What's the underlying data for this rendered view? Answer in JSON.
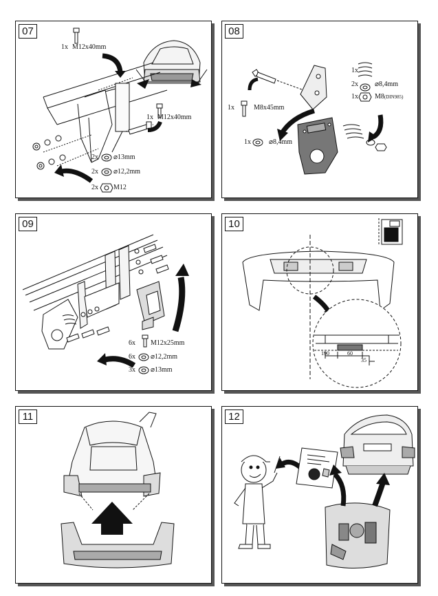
{
  "steps": [
    {
      "number": "07",
      "labels": [
        {
          "qty": "1x",
          "text": "M12x40mm"
        },
        {
          "qty": "1x",
          "text": "M12x40mm"
        },
        {
          "qty": "2x",
          "text": "⌀13mm"
        },
        {
          "qty": "2x",
          "text": "⌀12,2mm"
        },
        {
          "qty": "2x",
          "text": "M12"
        }
      ]
    },
    {
      "number": "08",
      "labels": [
        {
          "qty": "1x",
          "text": "M8x45mm"
        },
        {
          "qty": "1x",
          "text": "⌀8,4mm"
        },
        {
          "qty": "1x",
          "text": ""
        },
        {
          "qty": "2x",
          "text": "⌀8,4mm"
        },
        {
          "qty": "1x",
          "text": "M8",
          "sub": "(DIN985)"
        }
      ]
    },
    {
      "number": "09",
      "labels": [
        {
          "qty": "6x",
          "text": "M12x25mm"
        },
        {
          "qty": "6x",
          "text": "⌀12,2mm"
        },
        {
          "qty": "3x",
          "text": "⌀13mm"
        }
      ]
    },
    {
      "number": "10",
      "dimensions": [
        "190",
        "60",
        "35"
      ]
    },
    {
      "number": "11"
    },
    {
      "number": "12"
    }
  ]
}
